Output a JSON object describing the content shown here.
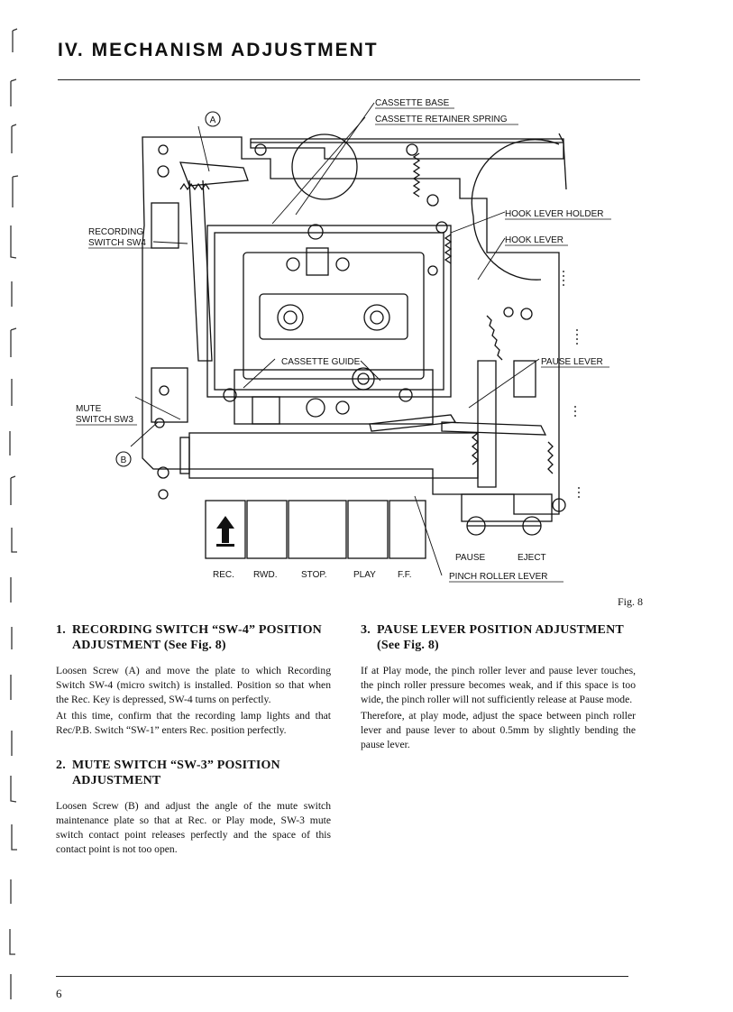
{
  "header": {
    "title": "IV. MECHANISM ADJUSTMENT"
  },
  "figure": {
    "labels": {
      "cassette_base": "CASSETTE BASE",
      "cassette_retainer_spring": "CASSETTE RETAINER SPRING",
      "hook_lever_holder": "HOOK LEVER HOLDER",
      "hook_lever": "HOOK LEVER",
      "recording_switch_line1": "RECORDING",
      "recording_switch_line2": "SWITCH SW4",
      "cassette_guide": "CASSETTE GUIDE",
      "pause_lever": "PAUSE LEVER",
      "mute_switch_line1": "MUTE",
      "mute_switch_line2": "SWITCH SW3",
      "screw_a": "A",
      "screw_b": "B",
      "key_rec": "REC.",
      "key_rwd": "RWD.",
      "key_stop": "STOP.",
      "key_play": "PLAY",
      "key_ff": "F.F.",
      "pause": "PAUSE",
      "eject": "EJECT",
      "pinch_roller_lever": "PINCH ROLLER LEVER"
    },
    "caption": "Fig. 8"
  },
  "sections": [
    {
      "number": "1.",
      "title_line1": "RECORDING SWITCH “SW-4” POSITION",
      "title_line2": "ADJUSTMENT (See Fig. 8)",
      "paragraphs": [
        "Loosen Screw (A) and move the plate to which Recording Switch SW-4 (micro switch) is installed. Position so that when the Rec. Key is depressed, SW-4 turns on perfectly.",
        "At this time, confirm that the recording lamp lights and that Rec/P.B. Switch “SW-1” enters Rec. position perfectly."
      ]
    },
    {
      "number": "2.",
      "title_line1": "MUTE SWITCH “SW-3” POSITION",
      "title_line2": "ADJUSTMENT",
      "paragraphs": [
        "Loosen Screw (B) and adjust the angle of the mute switch maintenance plate so that at Rec. or Play mode, SW-3 mute switch contact point releases perfectly and the space of this contact point is not too open."
      ]
    },
    {
      "number": "3.",
      "title_line1": "PAUSE LEVER POSITION ADJUSTMENT",
      "title_line2": "(See Fig. 8)",
      "paragraphs": [
        "If at Play mode, the pinch roller lever and pause lever touches, the pinch roller pressure becomes weak, and if this space is too wide, the pinch roller will not sufficiently release at Pause mode.",
        "Therefore, at play mode, adjust the space between pinch roller lever and pause lever to about 0.5mm by slightly bending the pause lever."
      ]
    }
  ],
  "footer": {
    "page_number": "6"
  }
}
